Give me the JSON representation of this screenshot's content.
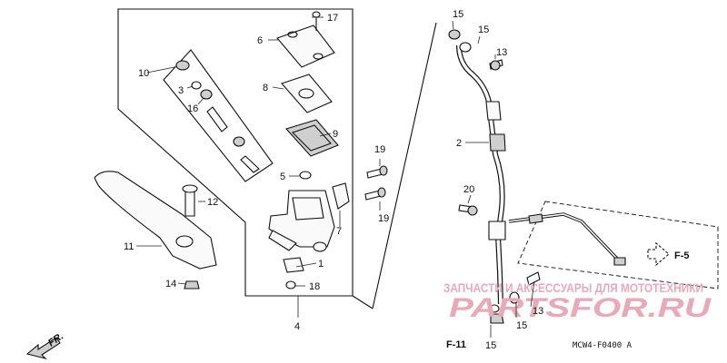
{
  "diagram": {
    "code": "MCW4-F0400 A",
    "front_marker": "FR.",
    "refs": {
      "f5": "F-5",
      "f11": "F-11"
    },
    "watermark": {
      "line1": "ЗАПЧАСТИ И АКСЕССУАРЫ ДЛЯ МОТОТЕХНИКИ",
      "line2": "PARTSFOR.RU"
    },
    "callouts": {
      "c1": "1",
      "c2": "2",
      "c3": "3",
      "c4": "4",
      "c5": "5",
      "c6": "6",
      "c7": "7",
      "c8": "8",
      "c9": "9",
      "c10": "10",
      "c11": "11",
      "c12": "12",
      "c13a": "13",
      "c13b": "13",
      "c14": "14",
      "c15a": "15",
      "c15b": "15",
      "c15c": "15",
      "c15d": "15",
      "c16": "16",
      "c17": "17",
      "c18": "18",
      "c19a": "19",
      "c19b": "19",
      "c20": "20"
    }
  }
}
